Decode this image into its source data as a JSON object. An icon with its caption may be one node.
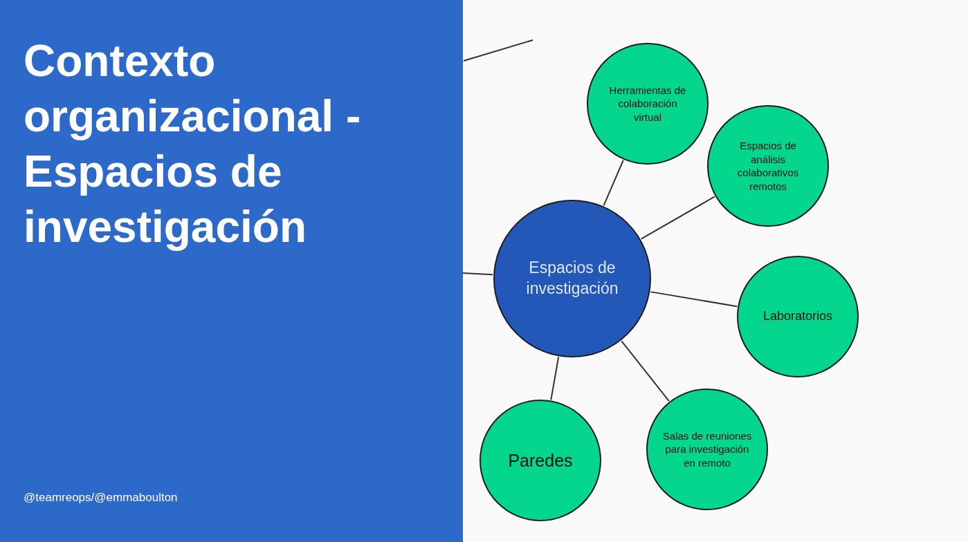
{
  "diagram": {
    "title": "Contexto organizacional - Espacios de investigación",
    "nodes": [
      {
        "text": [
          "Espacios de investigación"
        ]
      },
      {
        "text": [
          "Herramientas de colaboración virtual"
        ]
      },
      {
        "text": [
          "Espacios de análisis colaborativos remotos"
        ]
      },
      {
        "text": [
          "Laboratorios"
        ]
      },
      {
        "text": [
          "Salas de reuniones para investigación en remoto"
        ]
      },
      {
        "text": [
          "Paredes"
        ]
      }
    ],
    "edges": [
      {
        "from": 0,
        "to": 1,
        "arrow": "none"
      },
      {
        "from": 0,
        "to": 2,
        "arrow": "none"
      },
      {
        "from": 0,
        "to": 3,
        "arrow": "none"
      },
      {
        "from": 0,
        "to": 4,
        "arrow": "none"
      },
      {
        "from": 0,
        "to": 5,
        "arrow": "none"
      },
      {
        "from": 0,
        "to": null,
        "arrow": "none"
      }
    ],
    "labels": [
      "@teamreops/@emmaboulton"
    ]
  }
}
